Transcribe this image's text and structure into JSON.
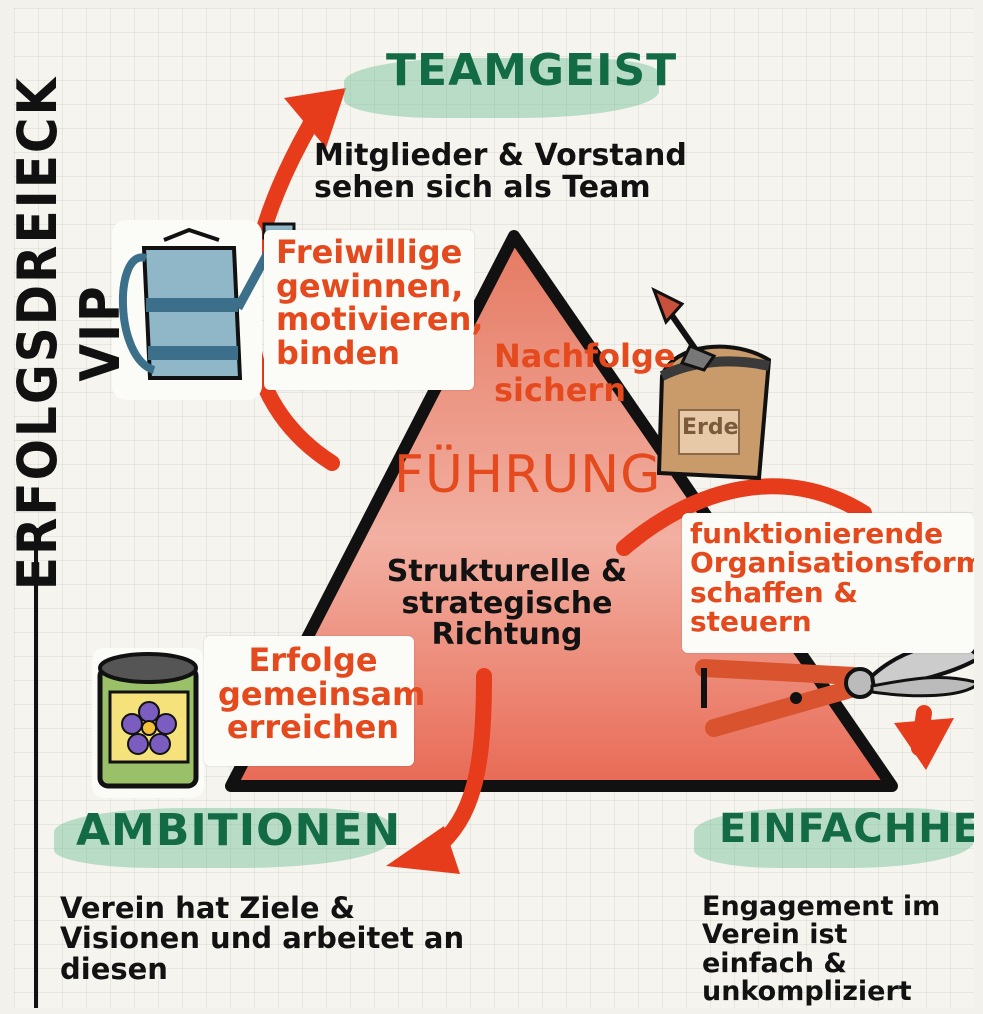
{
  "title": "ERFOLGSDREIECK VIP",
  "center": {
    "heading": "FÜHRUNG",
    "text": "Strukturelle & strategische Richtung"
  },
  "corners": {
    "top": {
      "label": "TEAMGEIST",
      "text": "Mitglieder & Vorstand sehen sich als Team"
    },
    "left": {
      "label": "AMBITIONEN",
      "text": "Verein hat Ziele & Visionen und arbeitet an diesen"
    },
    "right": {
      "label": "EINFACHHEIT",
      "text": "Engagement im Verein ist einfach & unkompliziert"
    }
  },
  "notes": {
    "volunteers": "Freiwillige gewinnen, motivieren, binden",
    "succession": "Nachfolge sichern",
    "organisation": "funktionierende Organisationsformen schaffen & steuern",
    "success": "Erfolge gemeinsam erreichen"
  },
  "icons": {
    "soil_bag_label": "Erde"
  },
  "colors": {
    "triangle_fill": "#e8856f",
    "arrow": "#e63c1c",
    "green_text": "#126b45",
    "highlight": "#7fc8a0"
  }
}
